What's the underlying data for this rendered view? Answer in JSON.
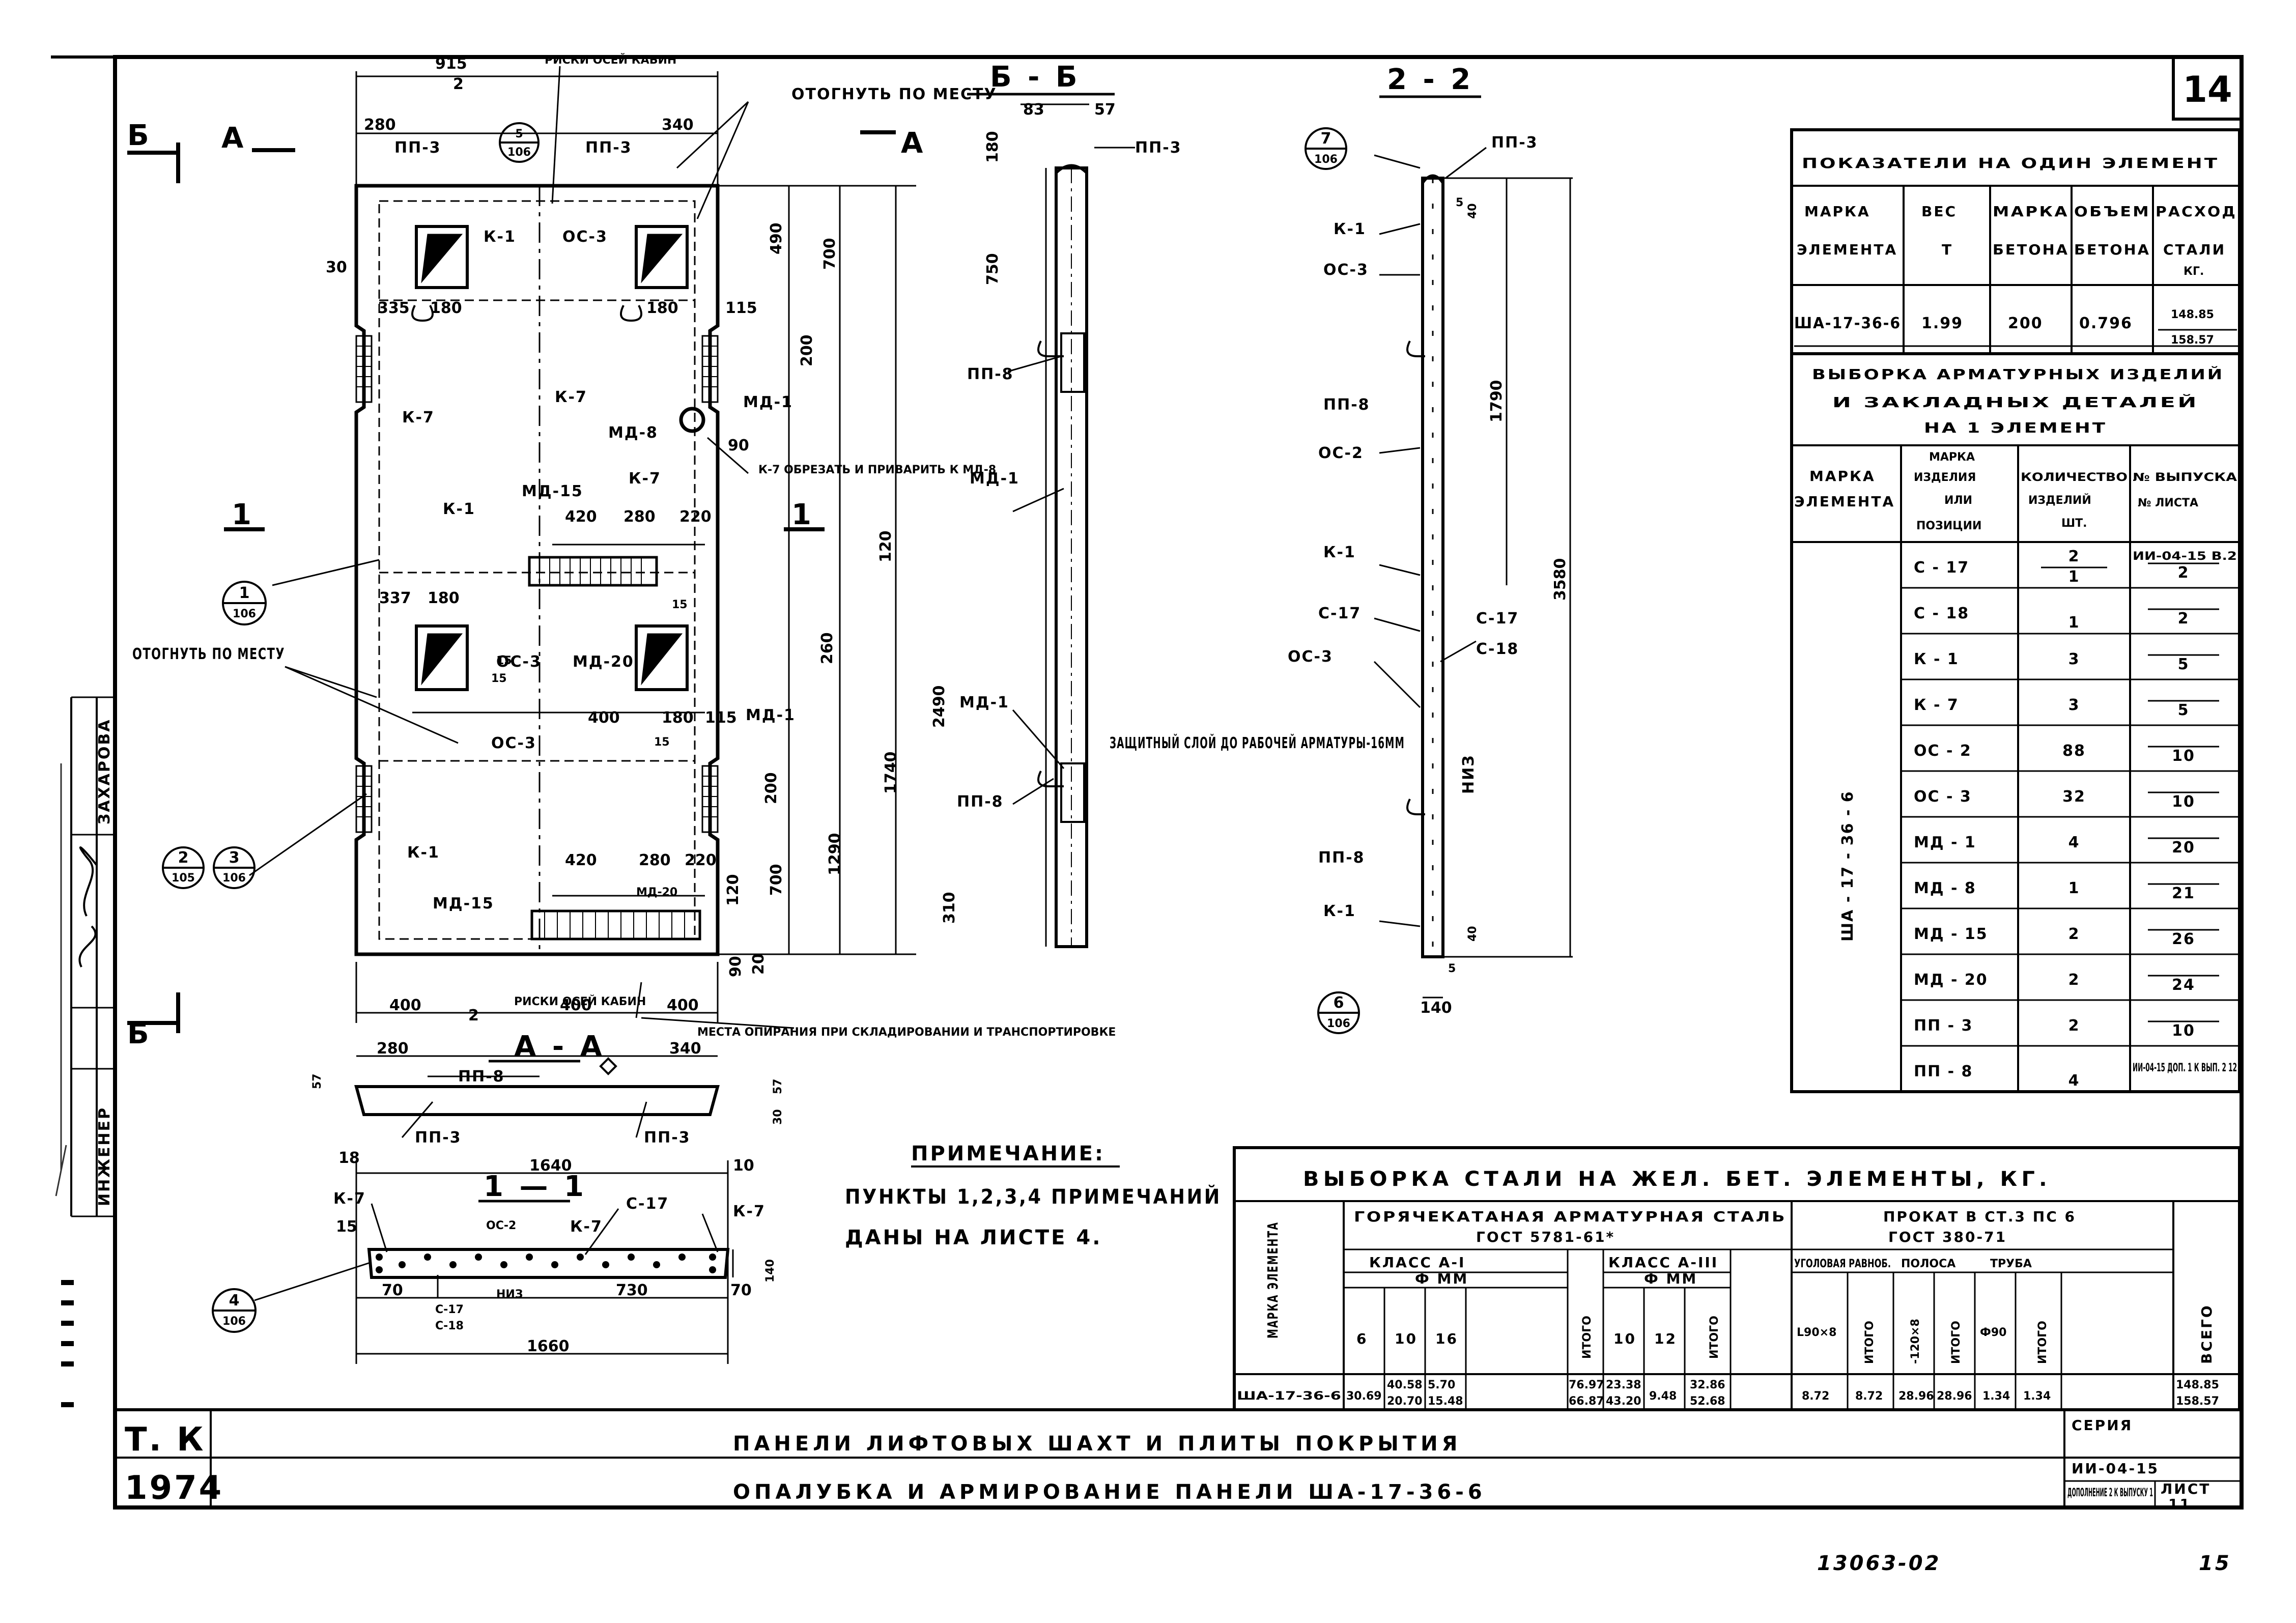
{
  "sheet": {
    "page_number": "14",
    "org": "Т. К",
    "year": "1974",
    "doc_code": "13063-02",
    "doc_page": "15",
    "title_line1": "ПАНЕЛИ ЛИФТОВЫХ ШАХТ И ПЛИТЫ ПОКРЫТИЯ",
    "title_line2": "ОПАЛУБКА И АРМИРОВАНИЕ ПАНЕЛИ ША-17-36-6",
    "series_label": "СЕРИЯ",
    "series_value": "ИИ-04-15",
    "addendum": "ДОПОЛНЕНИЕ 2 К ВЫПУСКУ 1",
    "list_label": "ЛИСТ",
    "list_value": "11",
    "stamp_roles": [
      "ИНЖЕНЕР",
      "ЗАХАРОВА"
    ]
  },
  "drawing": {
    "plan_dims_top": [
      "915",
      "2",
      "280",
      "340",
      "ПП-3",
      "ПП-3"
    ],
    "plan_labels": [
      "РИСКИ ОСЕЙ КАБИН",
      "ОТОГНУТЬ ПО МЕСТУ",
      "К-1",
      "ОС-3",
      "К-7",
      "К-7",
      "МД-8",
      "МД-1",
      "МД-1",
      "МД-15",
      "МД-15",
      "МД-20",
      "МД-20",
      "К-1",
      "К-1",
      "К-7",
      "ОС-3",
      "ОС-3",
      "ОТОГНУТЬ ПО МЕСТУ",
      "К-7 ОБРЕЗАТЬ И ПРИВАРИТЬ К МД-8",
      "РИСКИ ОСЕЙ КАБИН",
      "МЕСТА ОПИРАНИЯ ПРИ СКЛАДИРОВАНИИ И ТРАНСПОРТИРОВКЕ"
    ],
    "plan_dims": [
      "30",
      "335",
      "180",
      "180",
      "115",
      "90",
      "420",
      "280",
      "220",
      "337",
      "180",
      "15",
      "400",
      "400",
      "180",
      "115",
      "15",
      "420",
      "280",
      "220",
      "400",
      "2",
      "400",
      "15",
      "15"
    ],
    "vert_dims": [
      "490",
      "700",
      "200",
      "120",
      "260",
      "2490",
      "1740",
      "200",
      "1290",
      "700",
      "120",
      "90",
      "310",
      "20"
    ],
    "section_markers": [
      "Б",
      "А",
      "1",
      "1",
      "Б",
      "А"
    ],
    "callouts": [
      {
        "top": "5",
        "bottom": "106"
      },
      {
        "top": "1",
        "bottom": "106"
      },
      {
        "top": "2",
        "bottom": "105"
      },
      {
        "top": "3",
        "bottom": "106"
      },
      {
        "top": "4",
        "bottom": "106"
      },
      {
        "top": "7",
        "bottom": "106"
      },
      {
        "top": "6",
        "bottom": "106"
      }
    ],
    "section_bb": {
      "title": "Б - Б",
      "dims": [
        "83",
        "57",
        "180",
        "750"
      ],
      "labels": [
        "ПП-3",
        "ПП-8",
        "МД-1",
        "МД-1",
        "ПП-8"
      ]
    },
    "section_22": {
      "title": "2 - 2",
      "labels": [
        "ПП-3",
        "К-1",
        "ОС-3",
        "ПП-8",
        "ОС-2",
        "К-1",
        "С-17",
        "ОС-3",
        "С-17",
        "С-18",
        "ПП-8",
        "К-1",
        "НИЗ"
      ],
      "dims": [
        "40",
        "5",
        "1790",
        "3580",
        "40",
        "5",
        "140"
      ]
    },
    "protective_layer": "ЗАЩИТНЫЙ СЛОЙ ДО РАБОЧЕЙ АРМАТУРЫ-16ММ",
    "section_aa": {
      "title": "А - А",
      "dims": [
        "280",
        "340",
        "57",
        "57",
        "30"
      ],
      "labels": [
        "ПП-8",
        "ПП-3",
        "ПП-3"
      ]
    },
    "section_11": {
      "title": "1 — 1",
      "dims": [
        "18",
        "1640",
        "10",
        "15",
        "70",
        "730",
        "70",
        "1660",
        "140"
      ],
      "labels": [
        "К-7",
        "ОС-2",
        "К-7",
        "С-17",
        "К-7",
        "С-17",
        "С-18",
        "НИЗ"
      ]
    },
    "note_title": "ПРИМЕЧАНИЕ:",
    "note_text_1": "ПУНКТЫ 1,2,3,4 ПРИМЕЧАНИЙ",
    "note_text_2": "ДАНЫ НА ЛИСТЕ 4."
  },
  "indicators": {
    "title": "ПОКАЗАТЕЛИ НА ОДИН ЭЛЕМЕНТ",
    "headers": [
      [
        "МАРКА",
        "ЭЛЕМЕНТА"
      ],
      [
        "ВЕС",
        "Т"
      ],
      [
        "МАРКА",
        "БЕТОНА"
      ],
      [
        "ОБЪЕМ",
        "БЕТОНА"
      ],
      [
        "РАСХОД",
        "СТАЛИ",
        "КГ."
      ]
    ],
    "row": [
      "ША-17-36-6",
      "1.99",
      "200",
      "0.796",
      "148.85",
      "158.57"
    ]
  },
  "selection": {
    "title": [
      "ВЫБОРКА АРМАТУРНЫХ ИЗДЕЛИЙ",
      "И ЗАКЛАДНЫХ ДЕТАЛЕЙ",
      "НА 1 ЭЛЕМЕНТ"
    ],
    "headers": [
      [
        "МАРКА",
        "ЭЛЕМЕНТА"
      ],
      [
        "МАРКА",
        "ИЗДЕЛИЯ",
        "ИЛИ",
        "ПОЗИЦИИ"
      ],
      [
        "КОЛИЧЕСТВО",
        "ИЗДЕЛИЙ",
        "ШТ."
      ],
      [
        "№ ВЫПУСКА",
        "№ ЛИСТА"
      ]
    ],
    "element": "ША - 17 - 36 - 6",
    "issue_ref": "ИИ-04-15 В.2",
    "rows": [
      {
        "mark": "С - 17",
        "qty_top": "2",
        "qty_bottom": "1",
        "sheet": "2"
      },
      {
        "mark": "С - 18",
        "qty_top": "",
        "qty_bottom": "1",
        "sheet": "2"
      },
      {
        "mark": "К - 1",
        "qty_top": "3",
        "qty_bottom": "",
        "sheet": "5"
      },
      {
        "mark": "К - 7",
        "qty_top": "3",
        "qty_bottom": "",
        "sheet": "5"
      },
      {
        "mark": "ОС - 2",
        "qty_top": "88",
        "qty_bottom": "",
        "sheet": "10"
      },
      {
        "mark": "ОС - 3",
        "qty_top": "32",
        "qty_bottom": "",
        "sheet": "10"
      },
      {
        "mark": "МД - 1",
        "qty_top": "4",
        "qty_bottom": "",
        "sheet": "20"
      },
      {
        "mark": "МД - 8",
        "qty_top": "1",
        "qty_bottom": "",
        "sheet": "21"
      },
      {
        "mark": "МД - 15",
        "qty_top": "2",
        "qty_bottom": "",
        "sheet": "26"
      },
      {
        "mark": "МД - 20",
        "qty_top": "2",
        "qty_bottom": "",
        "sheet": "24"
      },
      {
        "mark": "ПП - 3",
        "qty_top": "2",
        "qty_bottom": "",
        "sheet": "10"
      },
      {
        "mark": "ПП - 8",
        "qty_top": "",
        "qty_bottom": "4",
        "sheet": "ИИ-04-15 ДОП. 1 К ВЫП. 2 12"
      }
    ]
  },
  "steel": {
    "title": "ВЫБОРКА СТАЛИ НА ЖЕЛ. БЕТ. ЭЛЕМЕНТЫ, КГ.",
    "col_mark": "МАРКА ЭЛЕМЕНТА",
    "hot_rolled": [
      "ГОРЯЧЕКАТАНАЯ АРМАТУРНАЯ СТАЛЬ",
      "ГОСТ 5781-61*"
    ],
    "rolled": [
      "ПРОКАТ В СТ.3 ПС 6",
      "ГОСТ 380-71"
    ],
    "class1": "КЛАСС А-I",
    "class3": "КЛАСС А-III",
    "phi_mm": "Ф ММ",
    "d_class1": [
      "6",
      "10",
      "16"
    ],
    "d_class3": [
      "10",
      "12"
    ],
    "itogo": "ИТОГО",
    "angle": "УГОЛОВАЯ РАВНОБ.",
    "strip": "ПОЛОСА",
    "pipe": "ТРУБА",
    "angle_size": "L90×8",
    "strip_size": "-120×8",
    "pipe_size": "Ф90",
    "total": "ВСЕГО",
    "row": {
      "mark": "ША-17-36-6",
      "d6": "30.69",
      "d10_a": "40.58",
      "d10_b": "20.70",
      "d16_a": "5.70",
      "d16_b": "15.48",
      "itogo1_a": "76.97",
      "itogo1_b": "66.87",
      "d10_3a": "23.38",
      "d10_3b": "43.20",
      "d12": "9.48",
      "itogo3_a": "32.86",
      "itogo3_b": "52.68",
      "angle": "8.72",
      "angle_itogo": "8.72",
      "strip": "28.96",
      "strip_itogo": "28.96",
      "pipe": "1.34",
      "pipe_itogo": "1.34",
      "total_a": "148.85",
      "total_b": "158.57"
    }
  }
}
